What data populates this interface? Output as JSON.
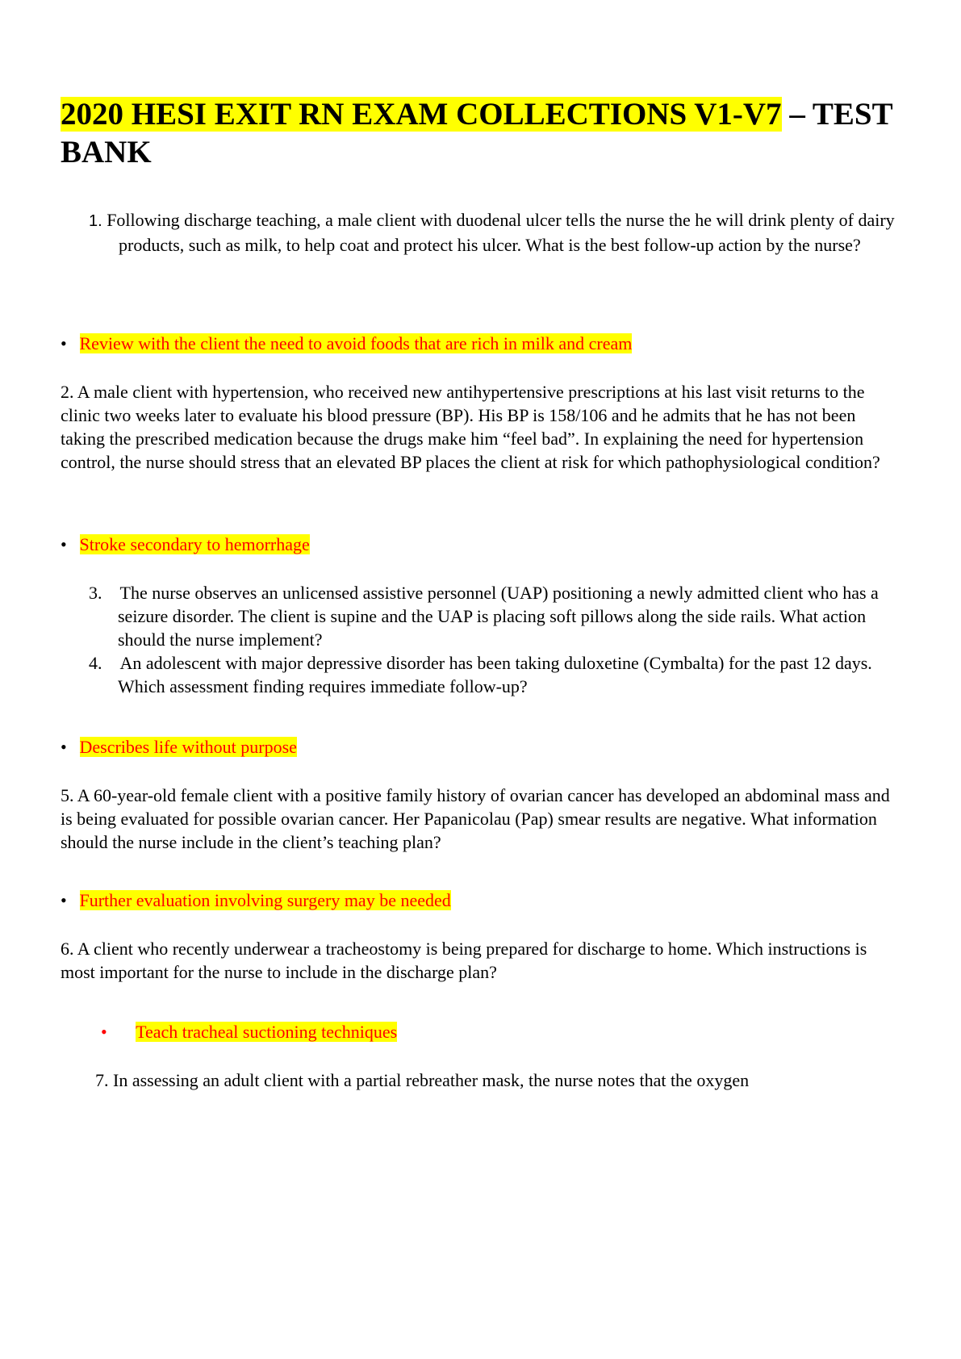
{
  "title": {
    "highlighted": "2020 HESI EXIT RN EXAM COLLECTIONS V1-V7",
    "rest": " – TEST BANK"
  },
  "items": {
    "q1": {
      "number": "1.",
      "text": "Following discharge teaching, a male client with duodenal ulcer tells the nurse the he will drink plenty of dairy products, such as milk, to help coat and protect his ulcer. What is the best follow-up action by the nurse?"
    },
    "a1": {
      "bullet": "•",
      "text": "Review with the client the need to avoid foods that are rich in milk and cream"
    },
    "q2": {
      "text": "2. A male client with hypertension, who received new antihypertensive prescriptions at his last visit returns to the clinic two weeks later to evaluate his blood pressure (BP). His BP is 158/106 and he admits that he has not been taking the prescribed medication because the drugs make him “feel bad”. In explaining the need for hypertension control, the nurse should stress that an elevated BP places the client at risk for which pathophysiological condition?"
    },
    "a2": {
      "bullet": "•",
      "text": "Stroke secondary to hemorrhage"
    },
    "q3": {
      "number": "3.",
      "text": "The nurse observes an unlicensed assistive personnel (UAP) positioning a newly admitted client who has a seizure disorder. The client is supine and the UAP is placing soft pillows along the side rails. What action should the nurse implement?"
    },
    "q4": {
      "number": "4.",
      "text": "An adolescent with major depressive disorder has been taking duloxetine (Cymbalta) for the past 12 days. Which assessment finding requires immediate follow-up?"
    },
    "a4": {
      "bullet": "•",
      "text": "Describes life without purpose"
    },
    "q5": {
      "text": "5. A 60-year-old female client with a positive family history of ovarian cancer has developed an abdominal mass and is being evaluated for possible ovarian cancer. Her Papanicolau (Pap) smear results are negative. What information should the nurse include in the client’s teaching plan?"
    },
    "a5": {
      "bullet": "•",
      "text": "Further evaluation involving surgery may be needed"
    },
    "q6": {
      "text": "6. A client who recently underwear a tracheostomy is being prepared for discharge to home. Which instructions is most important for the nurse to include in the discharge plan?"
    },
    "a6": {
      "bullet": "•",
      "text": "Teach tracheal suctioning techniques"
    },
    "q7": {
      "text": "7. In assessing an adult client with a partial rebreather mask, the nurse notes that the oxygen"
    }
  }
}
